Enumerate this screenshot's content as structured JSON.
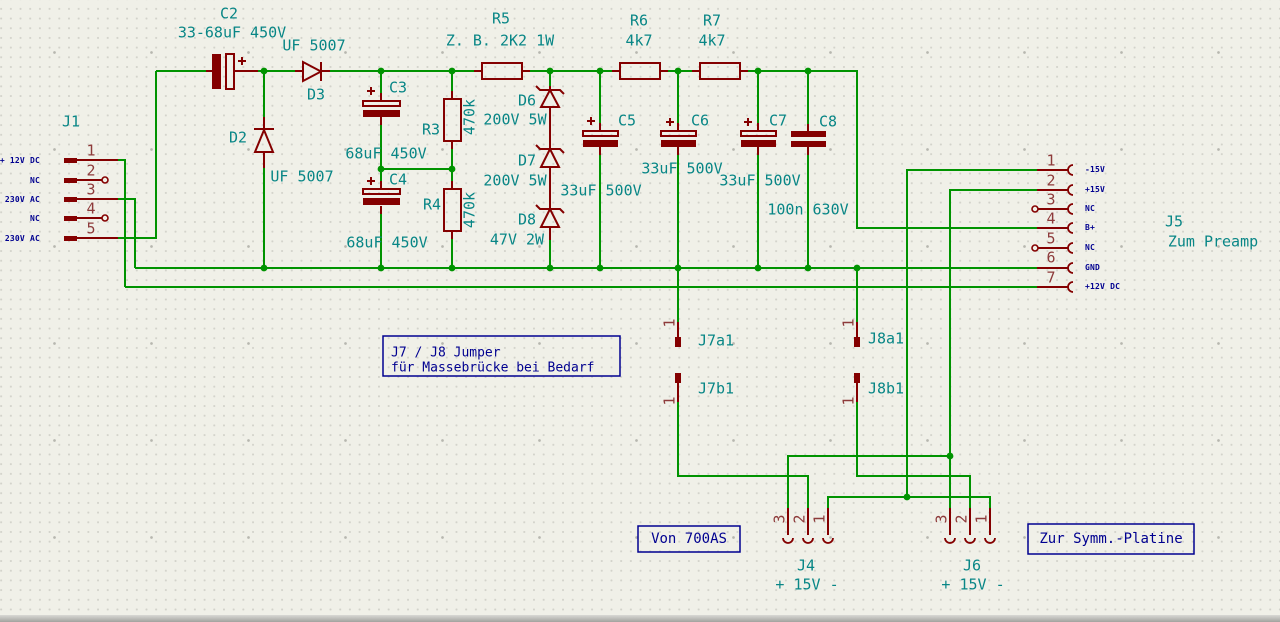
{
  "colors": {
    "background": "#f0f0e8",
    "wire_green": "#009300",
    "symbol_maroon": "#840000",
    "field_teal": "#088686",
    "pin_label_navy": "#000090"
  },
  "sch": {
    "parts": [
      {
        "ref": "C2",
        "value": "33-68uF 450V"
      },
      {
        "ref": "D3",
        "value": "UF 5007"
      },
      {
        "ref": "D2",
        "value": "UF 5007"
      },
      {
        "ref": "C3",
        "value": "68uF 450V"
      },
      {
        "ref": "C4",
        "value": "68uF 450V"
      },
      {
        "ref": "R3",
        "value": "470k"
      },
      {
        "ref": "R4",
        "value": "470k"
      },
      {
        "ref": "R5",
        "value": "Z. B. 2K2 1W"
      },
      {
        "ref": "R6",
        "value": "4k7"
      },
      {
        "ref": "R7",
        "value": "4k7"
      },
      {
        "ref": "D6",
        "value": "200V 5W"
      },
      {
        "ref": "D7",
        "value": "200V 5W"
      },
      {
        "ref": "D8",
        "value": "47V 2W"
      },
      {
        "ref": "C5",
        "value": "33uF 500V"
      },
      {
        "ref": "C6",
        "value": "33uF 500V"
      },
      {
        "ref": "C7",
        "value": "33uF 500V"
      },
      {
        "ref": "C8",
        "value": "100n 630V"
      }
    ],
    "j1": {
      "ref": "J1",
      "pins": [
        {
          "num": "1",
          "label": "+ 12V DC"
        },
        {
          "num": "2",
          "label": "NC"
        },
        {
          "num": "3",
          "label": "230V AC"
        },
        {
          "num": "4",
          "label": "NC"
        },
        {
          "num": "5",
          "label": "230V AC"
        }
      ]
    },
    "j5": {
      "ref": "J5",
      "note": "Zum Preamp",
      "pins": [
        {
          "num": "1",
          "label": "-15V"
        },
        {
          "num": "2",
          "label": "+15V"
        },
        {
          "num": "3",
          "label": "NC"
        },
        {
          "num": "4",
          "label": "B+"
        },
        {
          "num": "5",
          "label": "NC"
        },
        {
          "num": "6",
          "label": "GND"
        },
        {
          "num": "7",
          "label": "+12V DC"
        }
      ]
    },
    "j4": {
      "ref": "J4",
      "polarity": "+ 15V -",
      "pins": [
        "3",
        "2",
        "1"
      ]
    },
    "j6": {
      "ref": "J6",
      "polarity": "+ 15V -",
      "pins": [
        "3",
        "2",
        "1"
      ]
    },
    "jumpers": [
      {
        "ref": "J7a1",
        "pin": "1"
      },
      {
        "ref": "J7b1",
        "pin": "1"
      },
      {
        "ref": "J8a1",
        "pin": "1"
      },
      {
        "ref": "J8b1",
        "pin": "1"
      }
    ],
    "notes": {
      "jumper_note_line1": "J7 / J8 Jumper",
      "jumper_note_line2": "für Massebrücke bei Bedarf",
      "from_label": "Von 700AS",
      "to_label": "Zur Symm.-Platine"
    }
  }
}
